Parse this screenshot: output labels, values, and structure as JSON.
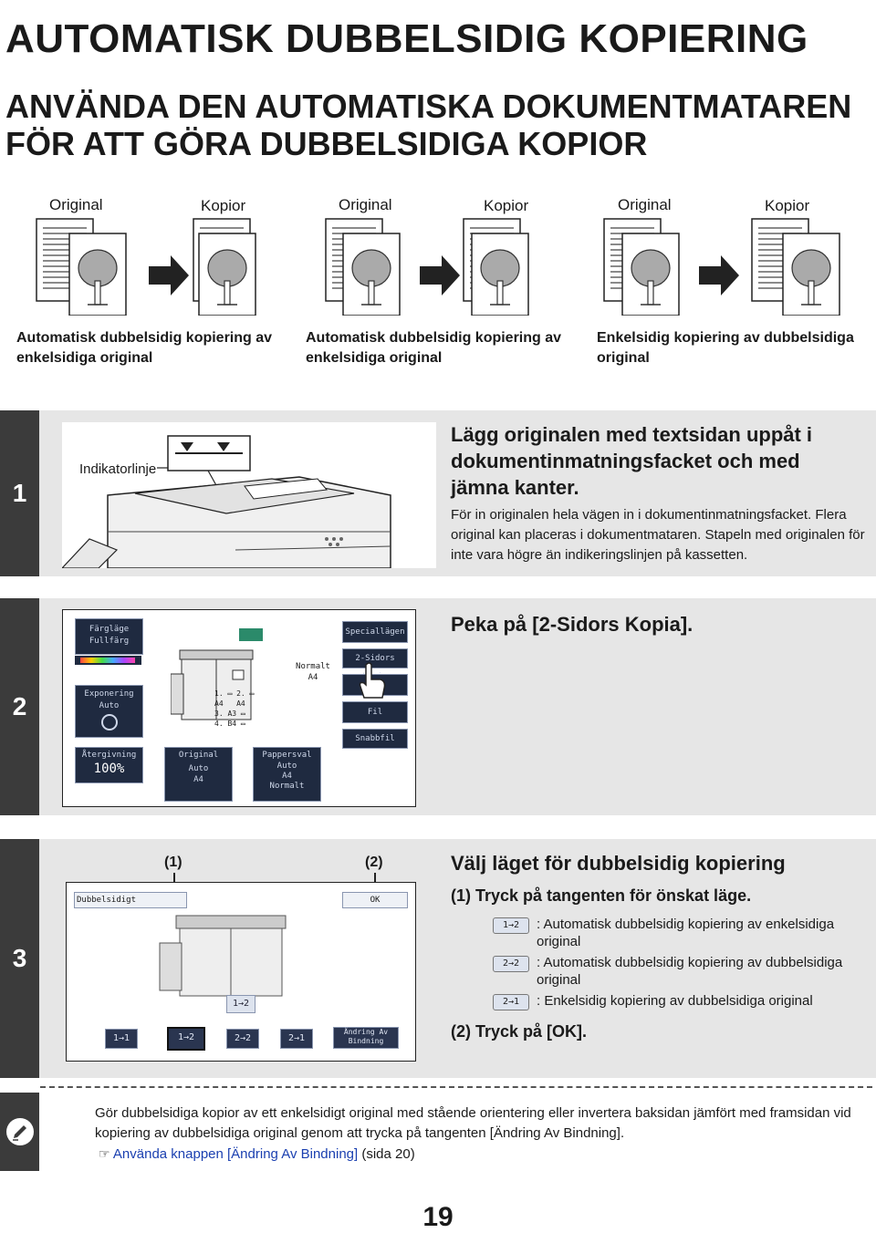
{
  "title": "AUTOMATISK DUBBELSIDIG KOPIERING",
  "subtitle_lines": [
    "ANVÄNDA DEN AUTOMATISKA DOKUMENTMATAREN",
    "FÖR ATT GÖRA DUBBELSIDIGA KOPIOR"
  ],
  "columns": [
    {
      "original": "Original",
      "copies": "Kopior",
      "caption": "Automatisk dubbelsidig kopiering av enkelsidiga original"
    },
    {
      "original": "Original",
      "copies": "Kopior",
      "caption": "Automatisk dubbelsidig kopiering av enkelsidiga original"
    },
    {
      "original": "Original",
      "copies": "Kopior",
      "caption": "Enkelsidig kopiering av dubbelsidiga original"
    }
  ],
  "step1": {
    "number": "1",
    "indicator_label": "Indikatorlinje",
    "heading": "Lägg originalen med textsidan uppåt i dokumentinmatningsfacket och med jämna kanter.",
    "body": "För in originalen hela vägen in i dokumentinmatningsfacket. Flera original kan placeras i dokumentmataren. Stapeln med originalen för inte vara högre än indikeringslinjen på kassetten."
  },
  "step2": {
    "number": "2",
    "heading": "Peka på [2-Sidors Kopia].",
    "panel": {
      "fargläge": "Färgläge",
      "fullfarg": "Fullfärg",
      "speciallagen": "Speciallägen",
      "normalt": "Normalt",
      "a4": "A4",
      "two_sided": "2-Sidors Kopia",
      "exponering": "Exponering",
      "auto": "Auto",
      "output_partial": "U",
      "fil": "Fil",
      "snabbfil": "Snabbfil",
      "atergivning": "Återgivning",
      "atergivning_value": "100%",
      "original": "Original",
      "original_auto": "Auto",
      "original_size": "A4",
      "pappersval": "Pappersval",
      "pappersval_auto": "Auto",
      "pappersval_size": "A4",
      "pappersval_type": "Normalt",
      "trays": [
        "1.",
        "2.",
        "A4",
        "A4",
        "3.",
        "A3",
        "4.",
        "B4"
      ]
    }
  },
  "step3": {
    "number": "3",
    "callout1": "(1)",
    "callout2": "(2)",
    "heading": "Välj läget för dubbelsidig kopiering",
    "sub1": "(1)  Tryck på tangenten för önskat läge.",
    "sub2": "(2)  Tryck på [OK].",
    "modes": [
      {
        "key": "1→2",
        "desc": ": Automatisk dubbelsidig kopiering av enkelsidiga original"
      },
      {
        "key": "2→2",
        "desc": ": Automatisk dubbelsidig kopiering av dubbelsidiga original"
      },
      {
        "key": "2→1",
        "desc": ": Enkelsidig kopiering av dubbelsidiga original"
      }
    ],
    "panel": {
      "label": "Dubbelsidigt",
      "ok": "OK",
      "keys": [
        "1→1",
        "1→2",
        "2→2",
        "2→1"
      ],
      "preview_key": "1→2",
      "binding_change": "Ändring Av Bindning"
    }
  },
  "note": {
    "text": "Gör dubbelsidiga kopior av ett enkelsidigt original med stående orientering eller invertera baksidan jämfört med framsidan vid kopiering av dubbelsidiga original genom att trycka på tangenten [Ändring Av Bindning].",
    "link": "Använda knappen [Ändring Av Bindning]",
    "link_suffix": "(sida 20)"
  },
  "page_number": "19"
}
